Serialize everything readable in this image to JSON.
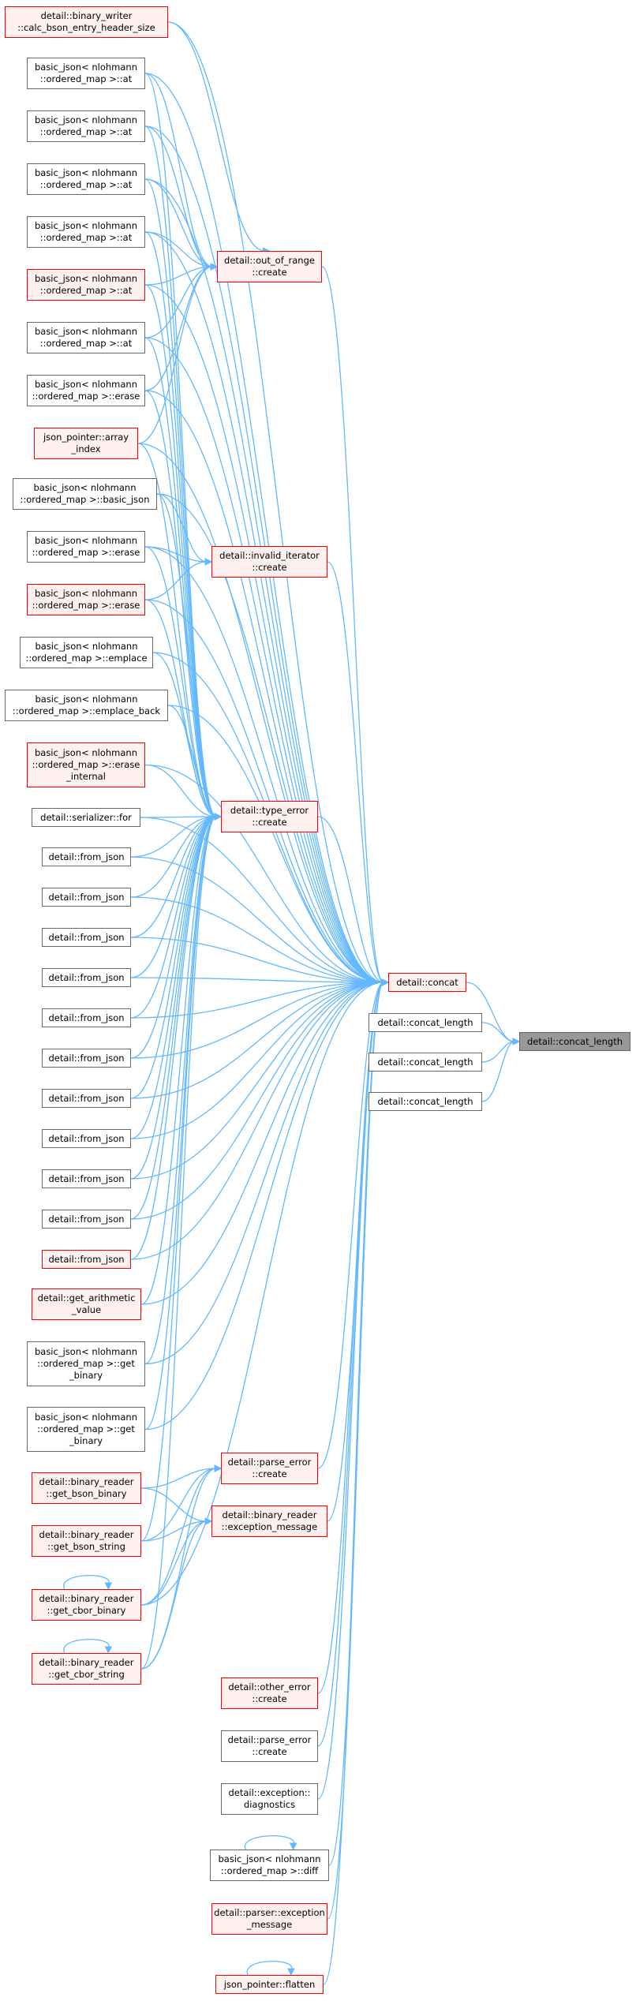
{
  "colors": {
    "edge": "#63b8ff",
    "red_border": "#ff0000",
    "red_fill": "#fff0f0",
    "focus_fill": "#999999",
    "node_border": "#666666"
  },
  "nodes": [
    {
      "id": "n1",
      "label": "detail::binary_writer\n::calc_bson_entry_header_size",
      "red": true
    },
    {
      "id": "n2",
      "label": "basic_json< nlohmann\n::ordered_map >::at",
      "red": false
    },
    {
      "id": "n3",
      "label": "basic_json< nlohmann\n::ordered_map >::at",
      "red": false
    },
    {
      "id": "n4",
      "label": "basic_json< nlohmann\n::ordered_map >::at",
      "red": false
    },
    {
      "id": "n5",
      "label": "basic_json< nlohmann\n::ordered_map >::at",
      "red": false
    },
    {
      "id": "n6",
      "label": "basic_json< nlohmann\n::ordered_map >::at",
      "red": true
    },
    {
      "id": "n7",
      "label": "basic_json< nlohmann\n::ordered_map >::at",
      "red": false
    },
    {
      "id": "n8",
      "label": "basic_json< nlohmann\n::ordered_map >::erase",
      "red": false
    },
    {
      "id": "n9",
      "label": "json_pointer::array\n_index",
      "red": true
    },
    {
      "id": "n10",
      "label": "basic_json< nlohmann\n::ordered_map >::basic_json",
      "red": false
    },
    {
      "id": "n11",
      "label": "basic_json< nlohmann\n::ordered_map >::erase",
      "red": false
    },
    {
      "id": "n12",
      "label": "basic_json< nlohmann\n::ordered_map >::erase",
      "red": true
    },
    {
      "id": "n13",
      "label": "basic_json< nlohmann\n::ordered_map >::emplace",
      "red": false
    },
    {
      "id": "n14",
      "label": "basic_json< nlohmann\n::ordered_map >::emplace_back",
      "red": false
    },
    {
      "id": "n15",
      "label": "basic_json< nlohmann\n::ordered_map >::erase\n_internal",
      "red": true
    },
    {
      "id": "n16",
      "label": "detail::serializer::for",
      "red": false
    },
    {
      "id": "n17",
      "label": "detail::from_json",
      "red": false
    },
    {
      "id": "n18",
      "label": "detail::from_json",
      "red": false
    },
    {
      "id": "n19",
      "label": "detail::from_json",
      "red": false
    },
    {
      "id": "n20",
      "label": "detail::from_json",
      "red": false
    },
    {
      "id": "n21",
      "label": "detail::from_json",
      "red": false
    },
    {
      "id": "n22",
      "label": "detail::from_json",
      "red": false
    },
    {
      "id": "n23",
      "label": "detail::from_json",
      "red": false
    },
    {
      "id": "n24",
      "label": "detail::from_json",
      "red": false
    },
    {
      "id": "n25",
      "label": "detail::from_json",
      "red": false
    },
    {
      "id": "n26",
      "label": "detail::from_json",
      "red": false
    },
    {
      "id": "n27",
      "label": "detail::from_json",
      "red": true
    },
    {
      "id": "n28",
      "label": "detail::get_arithmetic\n_value",
      "red": true
    },
    {
      "id": "n29",
      "label": "basic_json< nlohmann\n::ordered_map >::get\n_binary",
      "red": false
    },
    {
      "id": "n30",
      "label": "basic_json< nlohmann\n::ordered_map >::get\n_binary",
      "red": false
    },
    {
      "id": "n31",
      "label": "detail::binary_reader\n::get_bson_binary",
      "red": true
    },
    {
      "id": "n32",
      "label": "detail::binary_reader\n::get_bson_string",
      "red": true
    },
    {
      "id": "n33",
      "label": "detail::binary_reader\n::get_cbor_binary",
      "red": true
    },
    {
      "id": "n34",
      "label": "detail::binary_reader\n::get_cbor_string",
      "red": true
    },
    {
      "id": "m1",
      "label": "detail::out_of_range\n::create",
      "red": true
    },
    {
      "id": "m2",
      "label": "detail::invalid_iterator\n::create",
      "red": true
    },
    {
      "id": "m3",
      "label": "detail::type_error\n::create",
      "red": true
    },
    {
      "id": "m4",
      "label": "detail::parse_error\n::create",
      "red": true
    },
    {
      "id": "m5",
      "label": "detail::binary_reader\n::exception_message",
      "red": true
    },
    {
      "id": "m6",
      "label": "detail::other_error\n::create",
      "red": true
    },
    {
      "id": "m7",
      "label": "detail::parse_error\n::create",
      "red": false
    },
    {
      "id": "m8",
      "label": "detail::exception::\ndiagnostics",
      "red": false
    },
    {
      "id": "m9",
      "label": "basic_json< nlohmann\n::ordered_map >::diff",
      "red": false
    },
    {
      "id": "m10",
      "label": "detail::parser::exception\n_message",
      "red": true
    },
    {
      "id": "m11",
      "label": "json_pointer::flatten",
      "red": true
    },
    {
      "id": "c",
      "label": "detail::concat",
      "red": true
    },
    {
      "id": "cl1",
      "label": "detail::concat_length",
      "red": false
    },
    {
      "id": "cl2",
      "label": "detail::concat_length",
      "red": false
    },
    {
      "id": "cl3",
      "label": "detail::concat_length",
      "red": false
    },
    {
      "id": "f",
      "label": "detail::concat_length",
      "red": false,
      "focus": true
    }
  ]
}
